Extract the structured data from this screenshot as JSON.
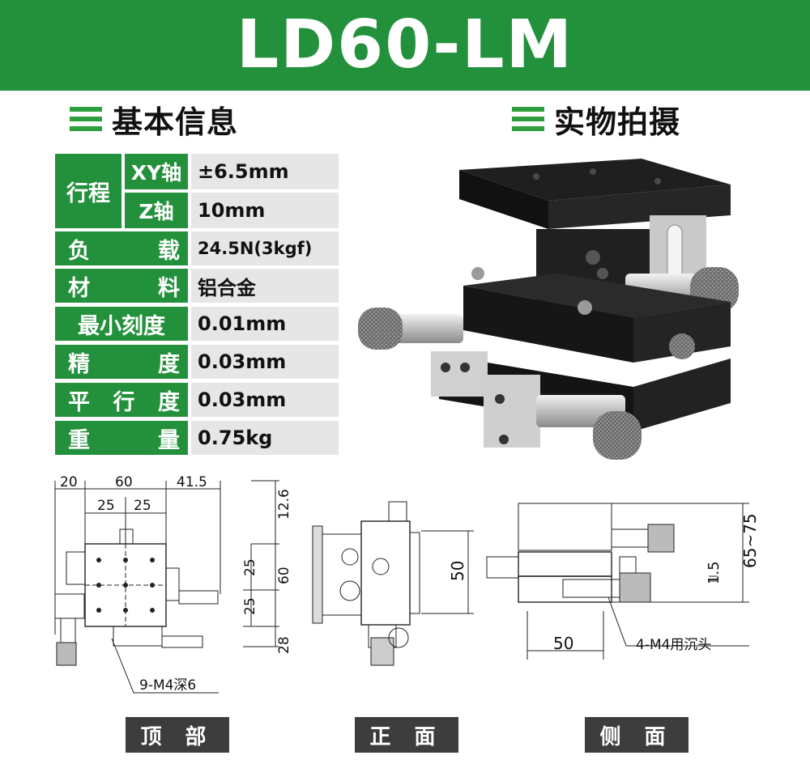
{
  "title": "LD60-LM",
  "sections": {
    "basic_info": "基本信息",
    "photo": "实物拍摄"
  },
  "specs": {
    "travel_label": "行程",
    "xy_axis_label": "XY轴",
    "xy_axis_value": "±6.5mm",
    "z_axis_label": "Z轴",
    "z_axis_value": "10mm",
    "load": {
      "label_a": "负",
      "label_b": "载",
      "value": "24.5N(3kgf)"
    },
    "material": {
      "label_a": "材",
      "label_b": "料",
      "value": "铝合金"
    },
    "min_scale": {
      "label": "最小刻度",
      "value": "0.01mm"
    },
    "precision": {
      "label_a": "精",
      "label_b": "度",
      "value": "0.03mm"
    },
    "parallelism": {
      "label_a": "平",
      "label_b": "行",
      "label_c": "度",
      "value": "0.03mm"
    },
    "weight": {
      "label_a": "重",
      "label_b": "量",
      "value": "0.75kg"
    }
  },
  "drawings": {
    "top": {
      "dim_20": "20",
      "dim_60": "60",
      "dim_41_5": "41.5",
      "dim_25a": "25",
      "dim_25b": "25",
      "dim_12_6": "12.6",
      "dim_25c": "25",
      "dim_60v": "60",
      "dim_25d": "25",
      "dim_28": "28",
      "note": "9-M4深6"
    },
    "front": {
      "dim_50": "50"
    },
    "side": {
      "dim_65_75": "65~75",
      "dim_1_5": "1.5",
      "dim_50": "50",
      "note": "4-M4用沉头"
    }
  },
  "view_labels": {
    "top": "顶 部",
    "front": "正 面",
    "side": "侧 面"
  },
  "colors": {
    "brand_green": "#23913c",
    "spec_value_bg": "#e6e6e6",
    "label_dark": "#3d3d3d"
  }
}
